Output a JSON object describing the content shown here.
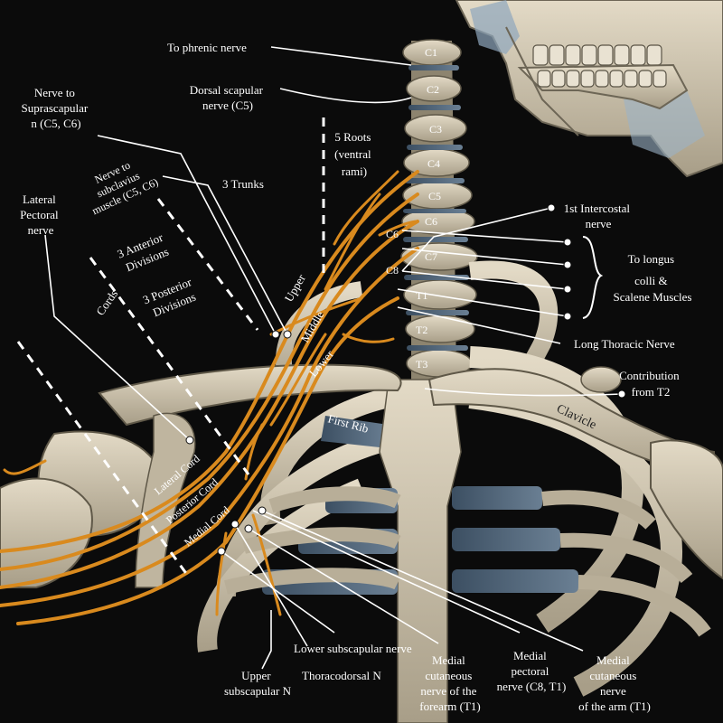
{
  "vertebrae": [
    "C1",
    "C2",
    "C3",
    "C4",
    "C5",
    "C6",
    "C7",
    "T1",
    "T2",
    "T3"
  ],
  "spinal_nerves": [
    "C6",
    "C8"
  ],
  "roots_label": [
    "5 Roots",
    "(ventral",
    "rami)"
  ],
  "trunks_label": "3 Trunks",
  "anterior_div_label": [
    "3 Anterior",
    "Divisions"
  ],
  "posterior_div_label": [
    "3 Posterior",
    "Divisions"
  ],
  "cords_label": "Cords",
  "trunk_names": {
    "upper": "Upper",
    "middle": "Middle",
    "lower": "Lower"
  },
  "cord_names": {
    "lateral": "Lateral Cord",
    "posterior": "Posterior Cord",
    "medial": "Medial Cord"
  },
  "bone_labels": {
    "first_rib": "First Rib",
    "clavicle": "Clavicle"
  },
  "labels": {
    "phrenic": "To phrenic nerve",
    "dorsal_scapular": [
      "Dorsal scapular",
      "nerve (C5)"
    ],
    "suprascapular": [
      "Nerve to",
      "Suprascapular",
      "n (C5, C6)"
    ],
    "subclavius": [
      "Nerve to",
      "subclavius",
      "muscle (C5, C6)"
    ],
    "lateral_pectoral": [
      "Lateral",
      "Pectoral",
      "nerve"
    ],
    "intercostal": [
      "1st Intercostal",
      "nerve"
    ],
    "longus": [
      "To longus",
      "colli &",
      "Scalene Muscles"
    ],
    "long_thoracic": "Long Thoracic Nerve",
    "contribution": [
      "Contribution",
      "from T2"
    ],
    "upper_subscapular": [
      "Upper",
      "subscapular N"
    ],
    "thoracodorsal": "Thoracodorsal N",
    "lower_subscapular": "Lower subscapular nerve",
    "medial_cut_forearm": [
      "Medial",
      "cutaneous",
      "nerve of the",
      "forearm (T1)"
    ],
    "medial_pectoral": [
      "Medial",
      "pectoral",
      "nerve (C8, T1)"
    ],
    "medial_cut_arm": [
      "Medial",
      "cutaneous",
      "nerve",
      "of the arm (T1)"
    ]
  },
  "colors": {
    "background": "#0b0b0b",
    "bone": "#cfc5b0",
    "bone_shadow": "#8a8270",
    "cartilage": "#4f6478",
    "nerve": "#d98a1e",
    "label_line": "#ffffff"
  }
}
